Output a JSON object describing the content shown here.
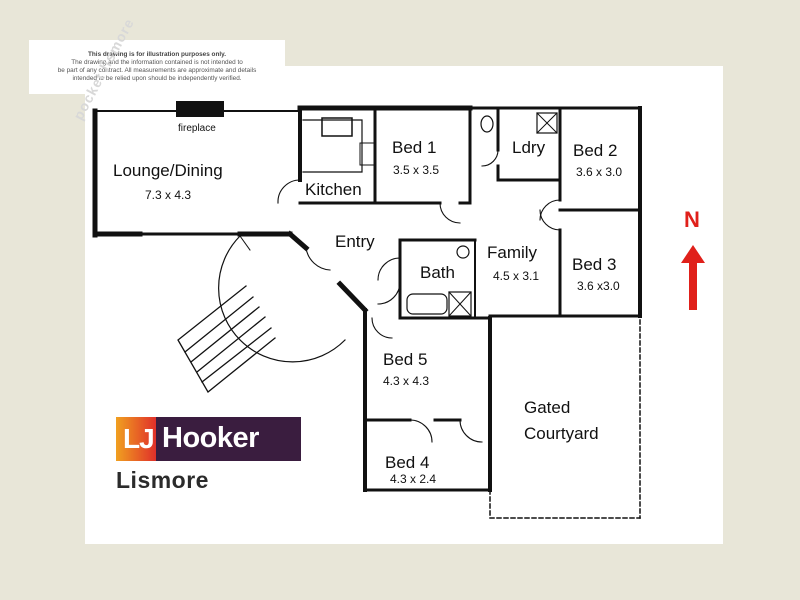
{
  "disclaimer": {
    "line1": "This drawing is for illustration purposes only.",
    "line2": "The drawing and the information contained is not intended to",
    "line3": "be part of any contract. All measurements are approximate and details",
    "line4": "intended to be relied upon should be independently verified."
  },
  "rooms": {
    "lounge": {
      "name": "Lounge/Dining",
      "dim": "7.3 x 4.3"
    },
    "fireplace": "fireplace",
    "kitchen": {
      "name": "Kitchen"
    },
    "bed1": {
      "name": "Bed 1",
      "dim": "3.5 x 3.5"
    },
    "laundry": {
      "name": "Ldry"
    },
    "bed2": {
      "name": "Bed 2",
      "dim": "3.6 x 3.0"
    },
    "entry": {
      "name": "Entry"
    },
    "bath": {
      "name": "Bath"
    },
    "family": {
      "name": "Family",
      "dim": "4.5 x 3.1"
    },
    "bed3": {
      "name": "Bed 3",
      "dim": "3.6 x3.0"
    },
    "bed5": {
      "name": "Bed 5",
      "dim": "4.3 x 4.3"
    },
    "courtyard": {
      "line1": "Gated",
      "line2": "Courtyard"
    },
    "bed4": {
      "name": "Bed 4",
      "dim": "4.3 x 2.4"
    }
  },
  "logo": {
    "initials": "LJ",
    "brand": "Hooker",
    "office": "Lismore",
    "colors": {
      "bar": "#3a1d3f",
      "accent": "#e0302a"
    }
  },
  "compass": {
    "label": "N",
    "color": "#e0201a",
    "icon": "north-arrow-icon"
  },
  "watermark": "pocket lismore"
}
